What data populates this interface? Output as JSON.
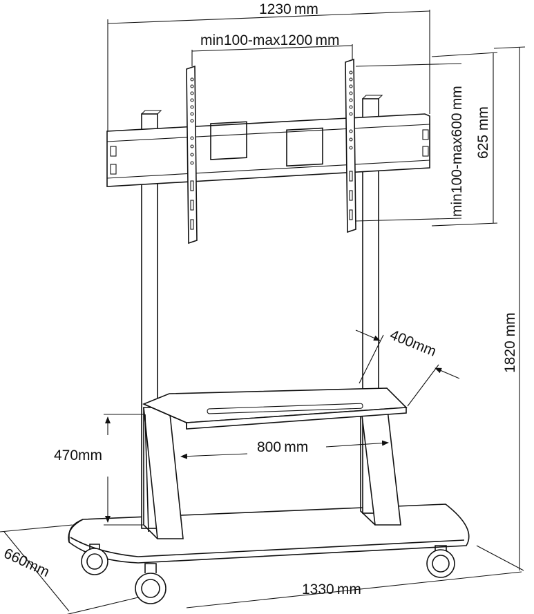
{
  "dimensions": {
    "overall_width": "1230 mm",
    "vesa_horizontal": "min100-max1200 mm",
    "vesa_vertical": "min100-max600 mm",
    "bracket_height": "625 mm",
    "total_height": "1820 mm",
    "shelf_depth": "400mm",
    "shelf_width": "800 mm",
    "shelf_height": "470mm",
    "base_depth": "660mm",
    "base_width": "1330 mm"
  }
}
